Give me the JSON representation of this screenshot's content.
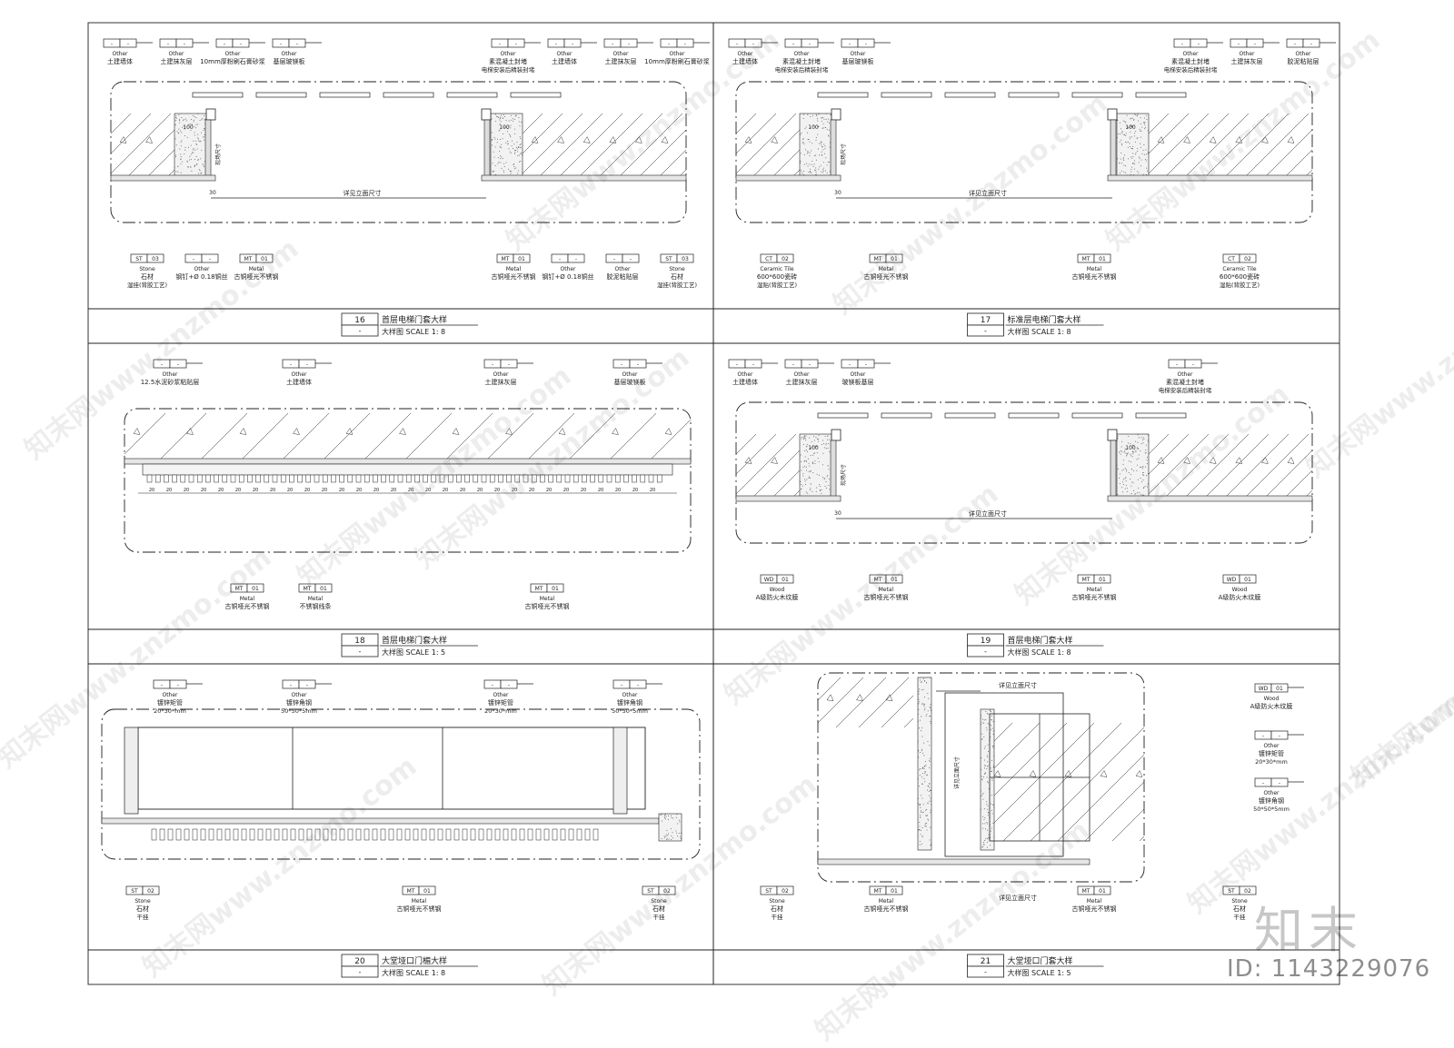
{
  "panels": [
    {
      "num": "16",
      "title": "首层电梯门套大样",
      "sub": "大样图  SCALE 1: 8",
      "dash": "-",
      "kind": "A",
      "dim": "详见立面尺寸",
      "side": "现场尺寸",
      "tags_top": [
        {
          "cat": "Other",
          "text": "土建墙体"
        },
        {
          "cat": "Other",
          "text": "土建抹灰层"
        },
        {
          "cat": "Other",
          "text": "10mm厚粉刷石膏砂浆"
        },
        {
          "cat": "Other",
          "text": "基层玻镁板"
        },
        {
          "cat": "Other",
          "text": "素混凝土封堵",
          "text2": "电梯安装后精装封堵"
        },
        {
          "cat": "Other",
          "text": "土建墙体"
        },
        {
          "cat": "Other",
          "text": "土建抹灰层"
        },
        {
          "cat": "Other",
          "text": "10mm厚粉刷石膏砂浆"
        }
      ],
      "tags_bot": [
        {
          "code": "ST",
          "n": "03",
          "cat": "Stone",
          "text": "石材",
          "text2": "湿挂(背胶工艺)"
        },
        {
          "code": "-",
          "n": "-",
          "cat": "Other",
          "text": "钢钉+Ø 0.18铜丝"
        },
        {
          "code": "MT",
          "n": "01",
          "cat": "Metal",
          "text": "古铜哑光不锈钢"
        },
        {
          "code": "MT",
          "n": "01",
          "cat": "Metal",
          "text": "古铜哑光不锈钢"
        },
        {
          "code": "-",
          "n": "-",
          "cat": "Other",
          "text": "钢钉+Ø 0.18铜丝"
        },
        {
          "code": "-",
          "n": "-",
          "cat": "Other",
          "text": "胶泥粘贴层"
        },
        {
          "code": "ST",
          "n": "03",
          "cat": "Stone",
          "text": "石材",
          "text2": "湿挂(背胶工艺)"
        }
      ]
    },
    {
      "num": "17",
      "title": "标准层电梯门套大样",
      "sub": "大样图  SCALE 1: 8",
      "dash": "-",
      "kind": "A",
      "dim": "详见立面尺寸",
      "side": "现场尺寸",
      "tags_top": [
        {
          "cat": "Other",
          "text": "土建墙体"
        },
        {
          "cat": "Other",
          "text": "素混凝土封堵",
          "text2": "电梯安装后精装封堵"
        },
        {
          "cat": "Other",
          "text": "基层玻镁板"
        },
        {
          "cat": "Other",
          "text": "素混凝土封堵",
          "text2": "电梯安装后精装封堵"
        },
        {
          "cat": "Other",
          "text": "土建抹灰层"
        },
        {
          "cat": "Other",
          "text": "胶泥粘贴层"
        }
      ],
      "tags_bot": [
        {
          "code": "CT",
          "n": "02",
          "cat": "Ceramic Tile",
          "text": "600*600瓷砖",
          "text2": "湿贴(背胶工艺)"
        },
        {
          "code": "MT",
          "n": "01",
          "cat": "Metal",
          "text": "古铜哑光不锈钢"
        },
        {
          "code": "MT",
          "n": "01",
          "cat": "Metal",
          "text": "古铜哑光不锈钢"
        },
        {
          "code": "CT",
          "n": "02",
          "cat": "Ceramic Tile",
          "text": "600*600瓷砖",
          "text2": "湿贴(背胶工艺)"
        }
      ]
    },
    {
      "num": "18",
      "title": "首层电梯门套大样",
      "sub": "大样图  SCALE 1: 5",
      "dash": "-",
      "kind": "B",
      "dim": "",
      "side": "",
      "tags_top": [
        {
          "cat": "Other",
          "text": "12.5水泥砂浆粘贴层"
        },
        {
          "cat": "Other",
          "text": "土建墙体"
        },
        {
          "cat": "Other",
          "text": "土建抹灰层"
        },
        {
          "cat": "Other",
          "text": "基层玻镁板"
        }
      ],
      "tags_bot": [
        {
          "code": "MT",
          "n": "01",
          "cat": "Metal",
          "text": "古铜哑光不锈钢"
        },
        {
          "code": "MT",
          "n": "01",
          "cat": "Metal",
          "text": "不锈钢线条"
        },
        {
          "code": "MT",
          "n": "01",
          "cat": "Metal",
          "text": "古铜哑光不锈钢"
        }
      ]
    },
    {
      "num": "19",
      "title": "首层电梯门套大样",
      "sub": "大样图  SCALE 1: 8",
      "dash": "-",
      "kind": "A",
      "dim": "详见立面尺寸",
      "side": "现场尺寸",
      "tags_top": [
        {
          "cat": "Other",
          "text": "土建墙体"
        },
        {
          "cat": "Other",
          "text": "土建抹灰层"
        },
        {
          "cat": "Other",
          "text": "玻镁板基层"
        },
        {
          "cat": "Other",
          "text": "素混凝土封堵",
          "text2": "电梯安装后精装封堵"
        }
      ],
      "tags_bot": [
        {
          "code": "WD",
          "n": "01",
          "cat": "Wood",
          "text": "A级防火木纹膜"
        },
        {
          "code": "MT",
          "n": "01",
          "cat": "Metal",
          "text": "古铜哑光不锈钢"
        },
        {
          "code": "MT",
          "n": "01",
          "cat": "Metal",
          "text": "古铜哑光不锈钢"
        },
        {
          "code": "WD",
          "n": "01",
          "cat": "Wood",
          "text": "A级防火木纹膜"
        }
      ]
    },
    {
      "num": "20",
      "title": "大堂垭口门楣大样",
      "sub": "大样图  SCALE 1: 8",
      "dash": "-",
      "kind": "C",
      "dim": "",
      "side": "",
      "tags_top": [
        {
          "cat": "Other",
          "text": "镀锌矩管",
          "text2": "20*30*mm"
        },
        {
          "cat": "Other",
          "text": "镀锌角钢",
          "text2": "50*50*5mm"
        },
        {
          "cat": "Other",
          "text": "镀锌矩管",
          "text2": "20*30*mm"
        },
        {
          "cat": "Other",
          "text": "镀锌角钢",
          "text2": "50*50*5mm"
        }
      ],
      "tags_bot": [
        {
          "code": "ST",
          "n": "02",
          "cat": "Stone",
          "text": "石材",
          "text2": "干挂"
        },
        {
          "code": "MT",
          "n": "01",
          "cat": "Metal",
          "text": "古铜哑光不锈钢"
        },
        {
          "code": "ST",
          "n": "02",
          "cat": "Stone",
          "text": "石材",
          "text2": "干挂"
        }
      ]
    },
    {
      "num": "21",
      "title": "大堂垭口门套大样",
      "sub": "大样图  SCALE 1: 5",
      "dash": "-",
      "kind": "D",
      "dim": "详见立面尺寸",
      "side": "详见立面尺寸",
      "tags_top": [
        {
          "code": "WD",
          "n": "01",
          "cat": "Wood",
          "text": "A级防火木纹膜"
        },
        {
          "code": "-",
          "n": "-",
          "cat": "Other",
          "text": "镀锌矩管",
          "text2": "20*30*mm"
        },
        {
          "code": "-",
          "n": "-",
          "cat": "Other",
          "text": "镀锌角钢",
          "text2": "50*50*5mm"
        }
      ],
      "tags_bot": [
        {
          "code": "ST",
          "n": "02",
          "cat": "Stone",
          "text": "石材",
          "text2": "干挂"
        },
        {
          "code": "MT",
          "n": "01",
          "cat": "Metal",
          "text": "古铜哑光不锈钢"
        },
        {
          "code": "MT",
          "n": "01",
          "cat": "Metal",
          "text": "古铜哑光不锈钢"
        },
        {
          "code": "ST",
          "n": "02",
          "cat": "Stone",
          "text": "石材",
          "text2": "干挂"
        }
      ]
    }
  ],
  "watermark": "知末网www.znzmo.com",
  "brand": "知末",
  "id_label": "ID: 1143229076"
}
